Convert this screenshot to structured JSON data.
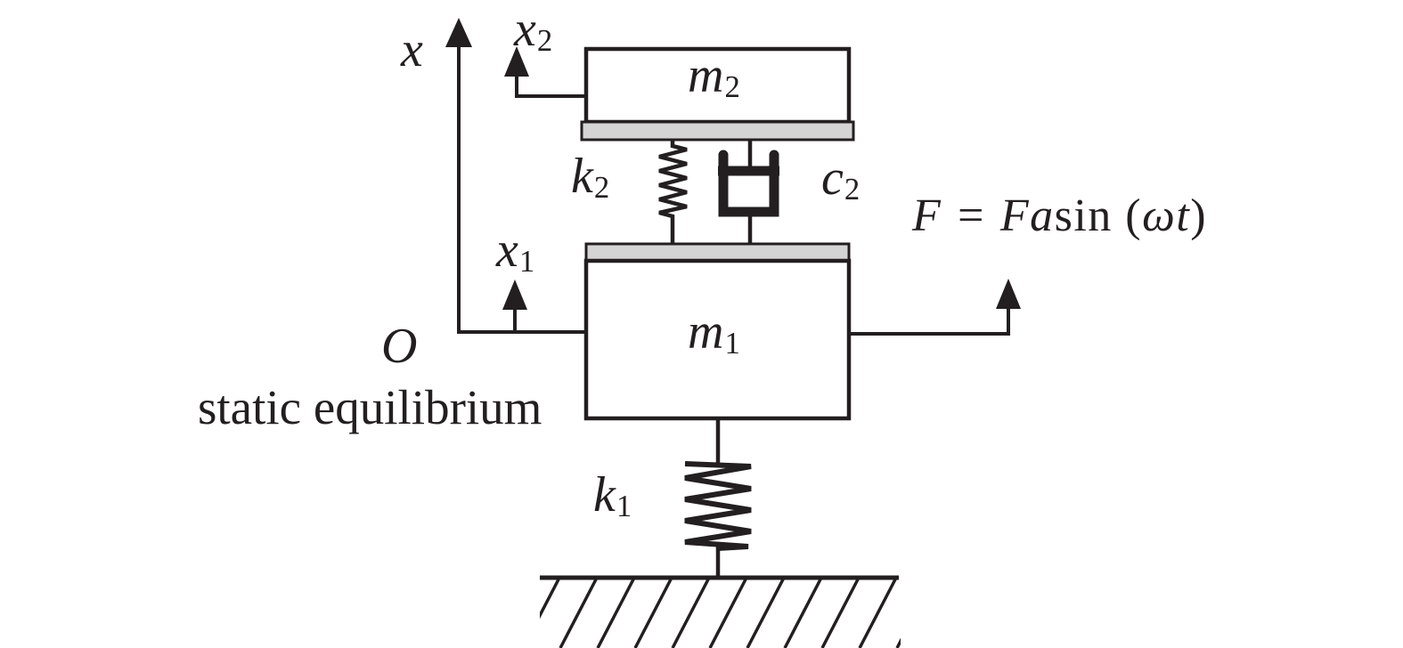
{
  "colors": {
    "ink": "#231f20",
    "plate": "#d4d4d4",
    "background": "#ffffff"
  },
  "labels": {
    "x_axis": {
      "base": "x"
    },
    "x2": {
      "base": "x",
      "sub": "2"
    },
    "x1": {
      "base": "x",
      "sub": "1"
    },
    "m2": {
      "base": "m",
      "sub": "2"
    },
    "m1": {
      "base": "m",
      "sub": "1"
    },
    "k2": {
      "base": "k",
      "sub": "2"
    },
    "c2": {
      "base": "c",
      "sub": "2"
    },
    "k1": {
      "base": "k",
      "sub": "1"
    },
    "origin": {
      "base": "O"
    },
    "static_equilibrium": "static equilibrium"
  },
  "force_equation": {
    "parts": [
      {
        "text": "F = Fa",
        "style": "italic"
      },
      {
        "text": "sin (",
        "style": "roman"
      },
      {
        "text": "ωt",
        "style": "italic"
      },
      {
        "text": ")",
        "style": "roman"
      }
    ]
  }
}
